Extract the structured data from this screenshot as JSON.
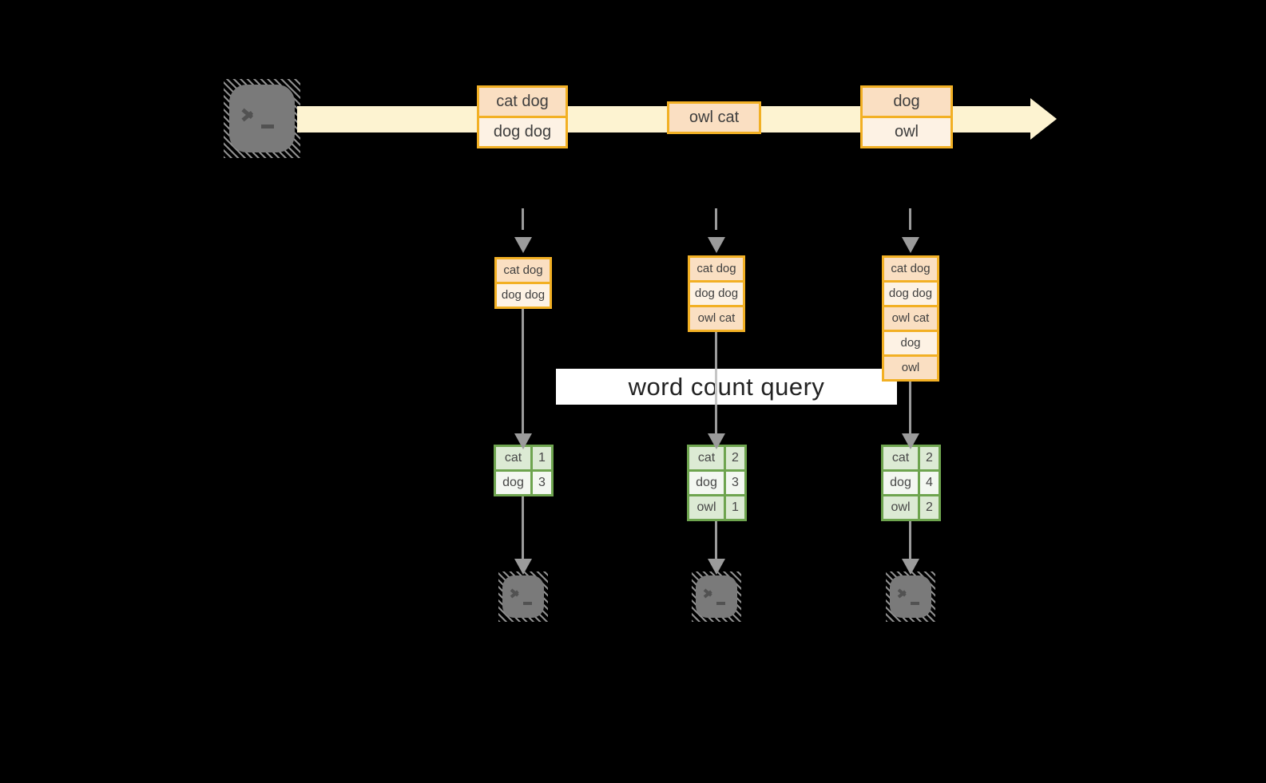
{
  "query_label": "word count query",
  "stream": {
    "messages": [
      {
        "rows": [
          "cat dog",
          "dog dog"
        ]
      },
      {
        "rows": [
          "owl cat"
        ]
      },
      {
        "rows": [
          "dog",
          "owl"
        ]
      }
    ]
  },
  "columns": [
    {
      "state_rows": [
        "cat dog",
        "dog dog"
      ],
      "counts": [
        {
          "word": "cat",
          "count": "1"
        },
        {
          "word": "dog",
          "count": "3"
        }
      ]
    },
    {
      "state_rows": [
        "cat dog",
        "dog dog",
        "owl cat"
      ],
      "counts": [
        {
          "word": "cat",
          "count": "2"
        },
        {
          "word": "dog",
          "count": "3"
        },
        {
          "word": "owl",
          "count": "1"
        }
      ]
    },
    {
      "state_rows": [
        "cat dog",
        "dog dog",
        "owl cat",
        "dog",
        "owl"
      ],
      "counts": [
        {
          "word": "cat",
          "count": "2"
        },
        {
          "word": "dog",
          "count": "4"
        },
        {
          "word": "owl",
          "count": "2"
        }
      ]
    }
  ],
  "colors": {
    "background": "#000000",
    "stream_band": "#fdf3d1",
    "box_border": "#f2b024",
    "box_fill_dark": "#fadfc2",
    "box_fill_light": "#fdf2e4",
    "table_border": "#6ea44f",
    "table_fill_green": "#dcead4",
    "table_fill_pale": "#f3f7f1",
    "arrow_gray": "#9b9b9b",
    "terminal_gray": "#7a7a7a"
  },
  "icons": {
    "source": "terminal-icon",
    "sink": "terminal-icon"
  }
}
